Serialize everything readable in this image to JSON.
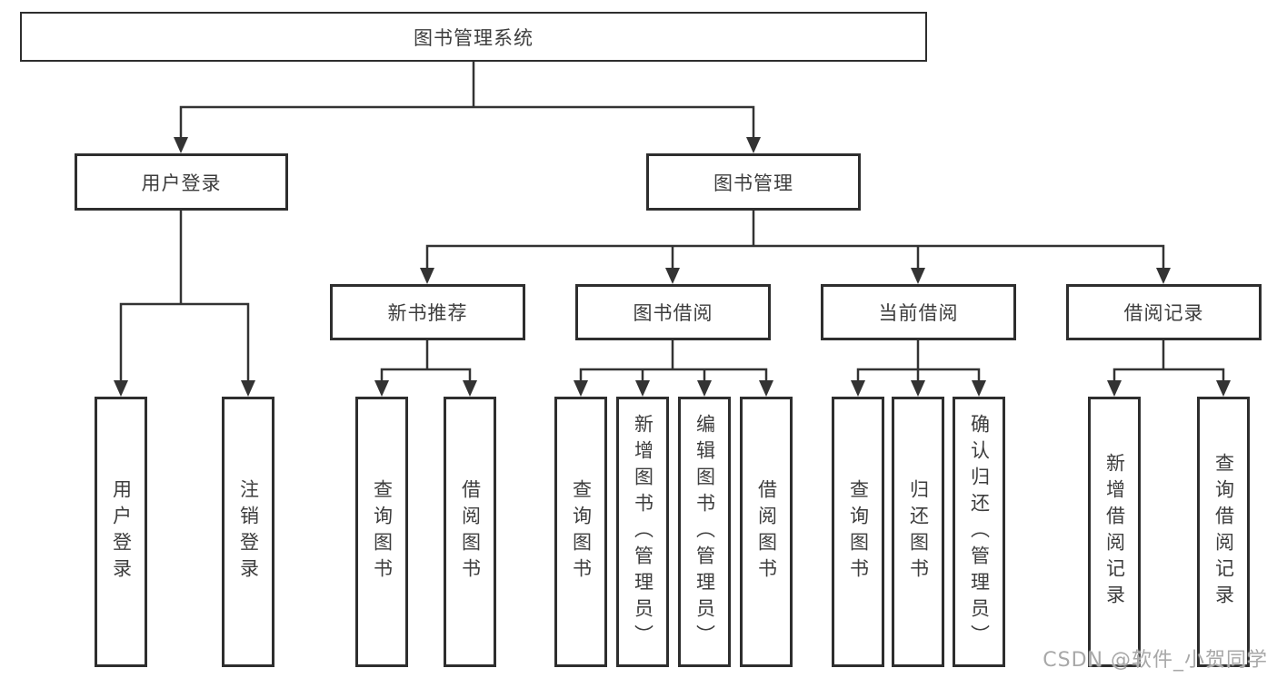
{
  "diagram_title": "图书管理系统",
  "nodes": {
    "root": "图书管理系统",
    "user_login": "用户登录",
    "book_management": "图书管理",
    "new_book_recommend": "新书推荐",
    "book_borrow": "图书借阅",
    "current_borrow": "当前借阅",
    "borrow_records": "借阅记录",
    "user_login_leaf": "用户登录",
    "logout_leaf": "注销登录",
    "recommend_query_books": "查询图书",
    "recommend_borrow_books": "借阅图书",
    "borrow_query_books": "查询图书",
    "borrow_add_books": "新增图书（管理员）",
    "borrow_edit_books": "编辑图书（管理员）",
    "borrow_borrow_books": "借阅图书",
    "current_query_books": "查询图书",
    "current_return_books": "归还图书",
    "current_confirm_return": "确认归还（管理员）",
    "records_add_record": "新增借阅记录",
    "records_query_record": "查询借阅记录"
  },
  "hierarchy": {
    "图书管理系统": {
      "用户登录": [
        "用户登录",
        "注销登录"
      ],
      "图书管理": {
        "新书推荐": [
          "查询图书",
          "借阅图书"
        ],
        "图书借阅": [
          "查询图书",
          "新增图书（管理员）",
          "编辑图书（管理员）",
          "借阅图书"
        ],
        "当前借阅": [
          "查询图书",
          "归还图书",
          "确认归还（管理员）"
        ],
        "借阅记录": [
          "新增借阅记录",
          "查询借阅记录"
        ]
      }
    }
  },
  "watermark": "CSDN @软件_小贺同学",
  "colors": {
    "line": "#333333",
    "box_border": "#2e2e2e",
    "text": "#3d3d3d",
    "watermark": "#a8a8a8",
    "background": "#ffffff"
  }
}
